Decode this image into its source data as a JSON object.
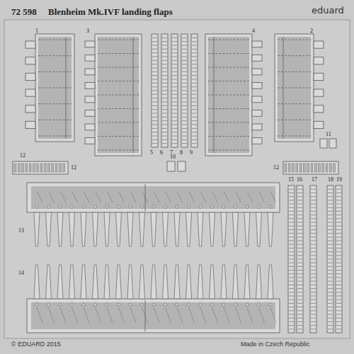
{
  "diagram": {
    "title": "Blenheim Mk.IVF landing flaps",
    "labels": [
      "72 598",
      "eduard",
      "1",
      "3",
      "5",
      "6",
      "7",
      "8",
      "9",
      "4",
      "2",
      "11",
      "12",
      "10",
      "12",
      "12",
      "13",
      "14",
      "15",
      "16",
      "17",
      "18",
      "19",
      "© EDUARD 2015",
      "Made in Czech Republic"
    ]
  }
}
